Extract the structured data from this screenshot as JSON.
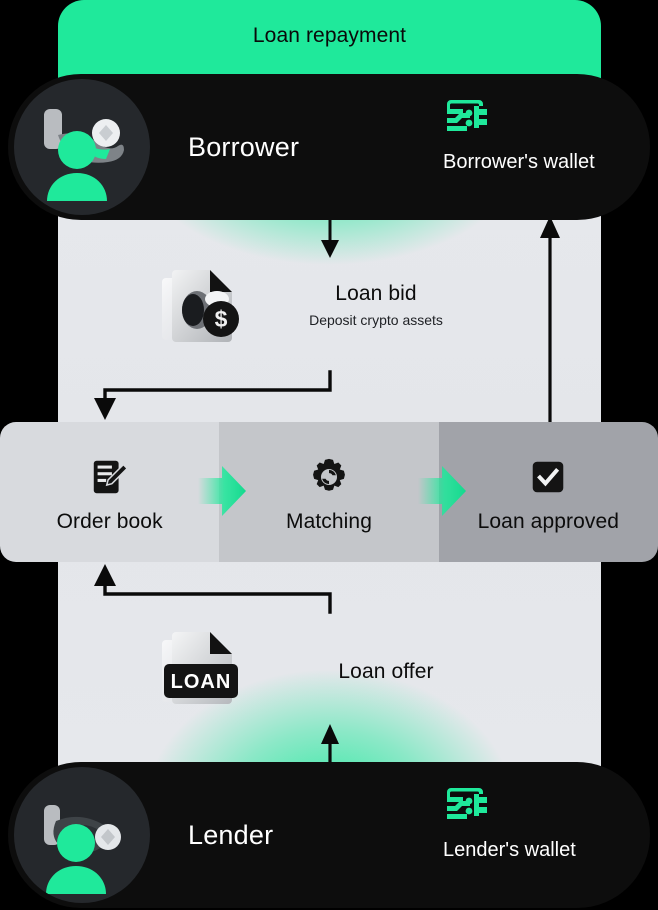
{
  "theme": {
    "accent_green": "#1FE99B",
    "dark": "#0D0D0D",
    "panel_light": "#E6E8EC",
    "stage_1_bg": "#D8DADE",
    "stage_2_bg": "#C4C6CA",
    "stage_3_bg": "#A1A3A9",
    "text_dark": "#0C0C0C",
    "text_light": "#FFFFFF"
  },
  "header": {
    "label": "Loan repayment"
  },
  "borrower": {
    "name": "Borrower",
    "avatar_icon": "borrower-avatar-icon",
    "wallet_icon": "wallet-icon",
    "wallet_label": "Borrower's wallet"
  },
  "lender": {
    "name": "Lender",
    "avatar_icon": "lender-avatar-icon",
    "wallet_icon": "wallet-icon",
    "wallet_label": "Lender's wallet"
  },
  "flow": {
    "bid": {
      "icon": "document-dollar-icon",
      "title": "Loan bid",
      "subtitle": "Deposit crypto assets"
    },
    "offer": {
      "icon": "document-loan-icon",
      "badge_text": "LOAN",
      "title": "Loan offer",
      "subtitle": ""
    }
  },
  "stages": [
    {
      "label": "Order book",
      "icon": "order-book-icon"
    },
    {
      "label": "Matching",
      "icon": "gear-icon"
    },
    {
      "label": "Loan approved",
      "icon": "check-square-icon"
    }
  ],
  "connectors": [
    {
      "name": "borrower-to-loan-bid",
      "direction": "down"
    },
    {
      "name": "loan-bid-to-order-book",
      "direction": "left-down"
    },
    {
      "name": "loan-approved-to-borrower-wallet",
      "direction": "up"
    },
    {
      "name": "loan-offer-to-order-book",
      "direction": "left-up"
    },
    {
      "name": "lender-to-loan-offer",
      "direction": "up"
    }
  ]
}
